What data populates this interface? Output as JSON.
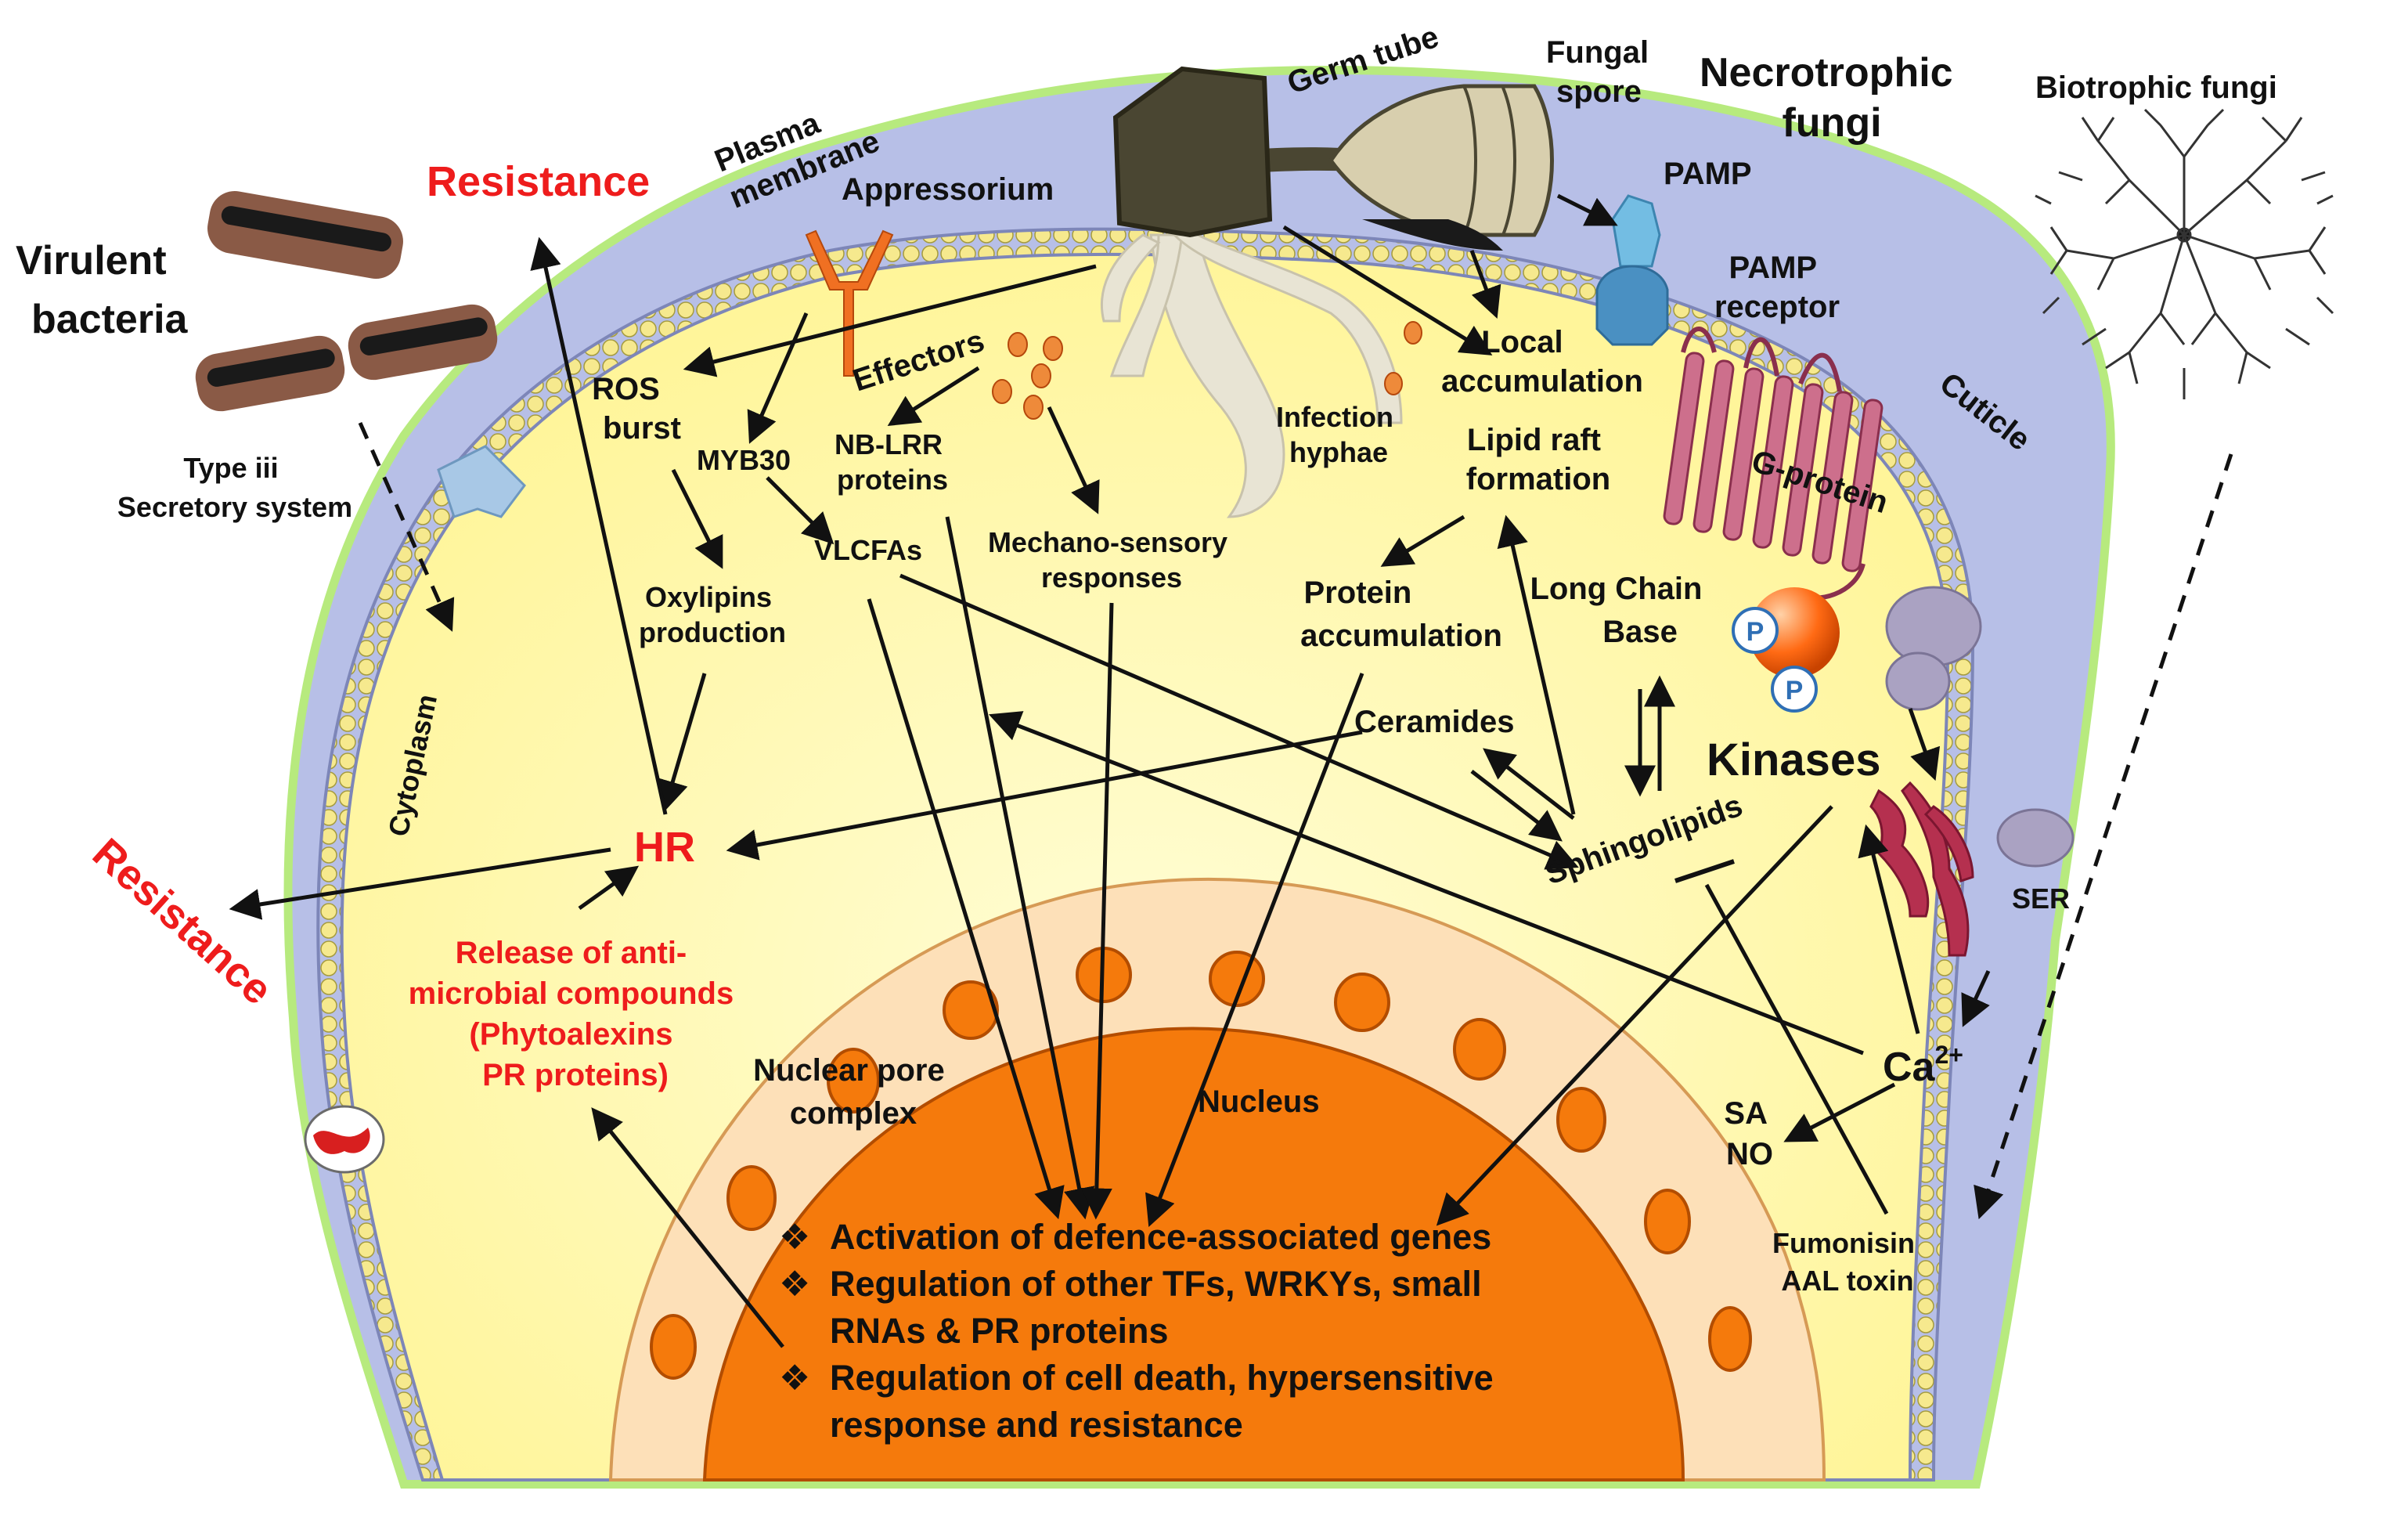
{
  "labels": {
    "virulent_bacteria": [
      "Virulent",
      "bacteria"
    ],
    "type3": [
      "Type iii",
      "Secretory system"
    ],
    "resistance_top": "Resistance",
    "resistance_left": "Resistance",
    "plasma_membrane": [
      "Plasma",
      "membrane"
    ],
    "appressorium": "Appressorium",
    "germ_tube": "Germ tube",
    "fungal_spore": [
      "Fungal",
      "spore"
    ],
    "necrotrophic": [
      "Necrotrophic",
      "fungi"
    ],
    "biotrophic": "Biotrophic fungi",
    "pamp": "PAMP",
    "pamp_receptor": [
      "PAMP",
      "receptor"
    ],
    "cuticle": "Cuticle",
    "g_protein": "G-protein",
    "effectors": "Effectors",
    "ros_burst": [
      "ROS",
      "burst"
    ],
    "myb30": "MYB30",
    "nb_lrr": [
      "NB-LRR",
      "proteins"
    ],
    "infection_hyphae": [
      "Infection",
      "hyphae"
    ],
    "local_accumulation": [
      "Local",
      "accumulation"
    ],
    "lipid_raft": [
      "Lipid raft",
      "formation"
    ],
    "vlcfas": "VLCFAs",
    "mechano": [
      "Mechano-sensory",
      "responses"
    ],
    "oxylipins": [
      "Oxylipins",
      "production"
    ],
    "cytoplasm": "Cytoplasm",
    "protein_accumulation": [
      "Protein",
      "accumulation"
    ],
    "long_chain_base": [
      "Long Chain",
      "Base"
    ],
    "phospho": "P",
    "ceramides": "Ceramides",
    "kinases": "Kinases",
    "hr": "HR",
    "sphingolipids": "Sphingolipids",
    "ser": "SER",
    "release": [
      "Release of anti-",
      "microbial compounds",
      "(Phytoalexins",
      "PR proteins)"
    ],
    "nuclear_pore": [
      "Nuclear pore",
      "complex"
    ],
    "nucleus": "Nucleus",
    "ca": "Ca",
    "ca_sup": "2+",
    "sa_no": [
      "SA",
      "NO"
    ],
    "fumonisin": [
      "Fumonisin",
      "AAL toxin"
    ],
    "bullet_char": "❖",
    "nuclear_outcomes": [
      "Activation of defence-associated genes",
      "Regulation of other TFs, WRKYs, small",
      "RNAs & PR proteins",
      "Regulation of cell death, hypersensitive",
      "response and resistance"
    ]
  },
  "colors": {
    "cytoplasm": "#fffbb0",
    "cuticle": "#b5bde6",
    "membrane_bead": "#f3e48c",
    "membrane_line": "#7d86b8",
    "nucleus_envelope": "#fde0b8",
    "nucleus": "#f57a0c",
    "fungus_dark": "#4a4632",
    "spore": "#d8cfae",
    "receptor": "#bf5a78",
    "pamp": "#73bde3",
    "kinase_orange": "#ff6a14",
    "ser": "#b5304f",
    "accent_red": "#ee1c1c"
  }
}
